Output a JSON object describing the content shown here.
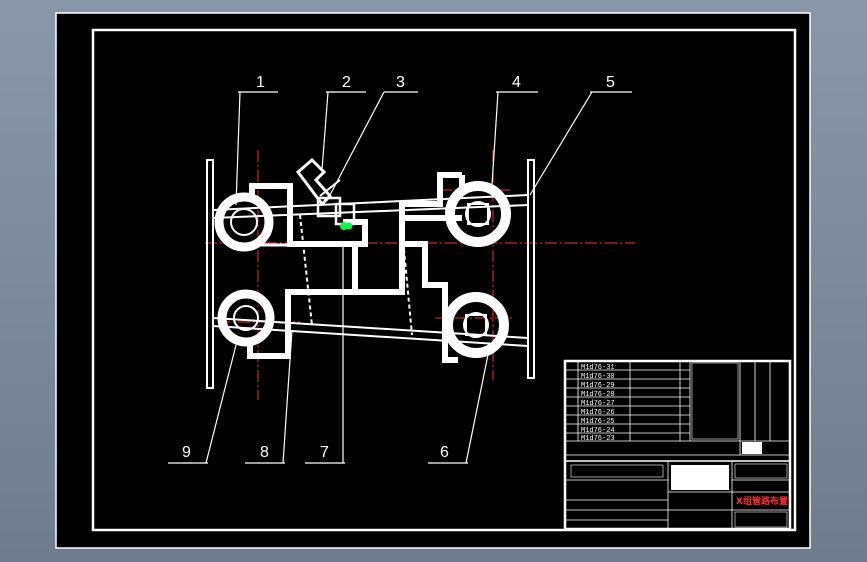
{
  "drawing": {
    "background_color": "#000000",
    "line_color": "#ffffff",
    "center_line_color": "#ff2a2a",
    "accent_color": "#00ff40"
  },
  "labels": [
    "1",
    "2",
    "3",
    "4",
    "5",
    "6",
    "7",
    "8",
    "9"
  ],
  "title_block": {
    "parts_list": [
      "M1d76-31",
      "M1d76-30",
      "M1d76-29",
      "M1d76-28",
      "M1d76-27",
      "M1d76-26",
      "M1d76-25",
      "M1d76-24",
      "M1d76-23"
    ],
    "title": "X组管路布置"
  }
}
